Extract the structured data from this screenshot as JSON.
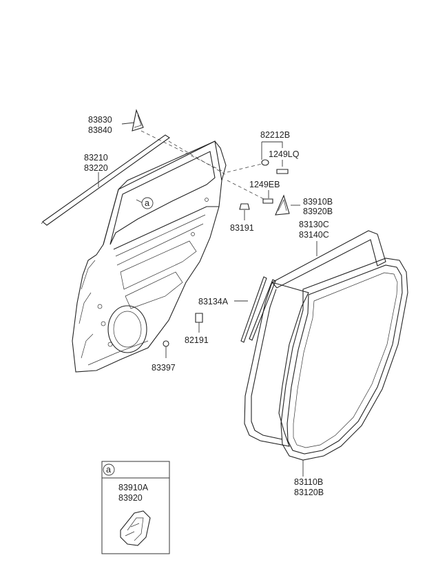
{
  "labels": {
    "p83830": "83830",
    "p83840": "83840",
    "p83210": "83210",
    "p83220": "83220",
    "p82212B": "82212B",
    "p1249LQ": "1249LQ",
    "p1249EB": "1249EB",
    "p83910B": "83910B",
    "p83920B": "83920B",
    "p83191": "83191",
    "p83130C": "83130C",
    "p83140C": "83140C",
    "p83134A": "83134A",
    "p82191": "82191",
    "p83397": "83397",
    "p83110B": "83110B",
    "p83120B": "83120B",
    "ref_a": "a"
  },
  "inset": {
    "ref": "a",
    "label1": "83910A",
    "label2": "83920"
  }
}
